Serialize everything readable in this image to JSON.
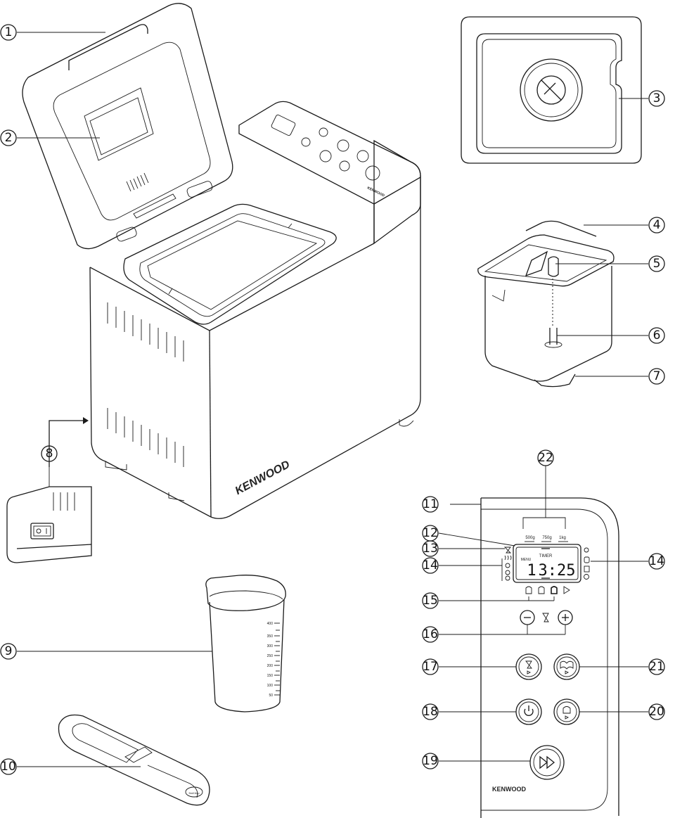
{
  "brand": "KENWOOD",
  "callouts": [
    {
      "id": "1",
      "label": "1"
    },
    {
      "id": "2",
      "label": "2"
    },
    {
      "id": "3",
      "label": "3"
    },
    {
      "id": "4",
      "label": "4"
    },
    {
      "id": "5",
      "label": "5"
    },
    {
      "id": "6",
      "label": "6"
    },
    {
      "id": "7",
      "label": "7"
    },
    {
      "id": "8",
      "label": "8"
    },
    {
      "id": "9",
      "label": "9"
    },
    {
      "id": "10",
      "label": "10"
    },
    {
      "id": "11",
      "label": "11"
    },
    {
      "id": "12",
      "label": "12"
    },
    {
      "id": "13",
      "label": "13"
    },
    {
      "id": "14",
      "label": "14"
    },
    {
      "id": "15",
      "label": "15"
    },
    {
      "id": "16",
      "label": "16"
    },
    {
      "id": "17",
      "label": "17"
    },
    {
      "id": "18",
      "label": "18"
    },
    {
      "id": "19",
      "label": "19"
    },
    {
      "id": "20",
      "label": "20"
    },
    {
      "id": "21",
      "label": "21"
    },
    {
      "id": "22",
      "label": "22"
    }
  ],
  "control_panel": {
    "sizes": [
      "500g",
      "750g",
      "1kg"
    ],
    "timer_label": "TIMER",
    "menu_label": "MENU",
    "program": "1",
    "time": "3:25"
  },
  "measuring_cup": {
    "marks": [
      "400",
      "350",
      "300",
      "250",
      "200",
      "150",
      "100",
      "50"
    ]
  },
  "spoon_label": "5ml/1tsp"
}
